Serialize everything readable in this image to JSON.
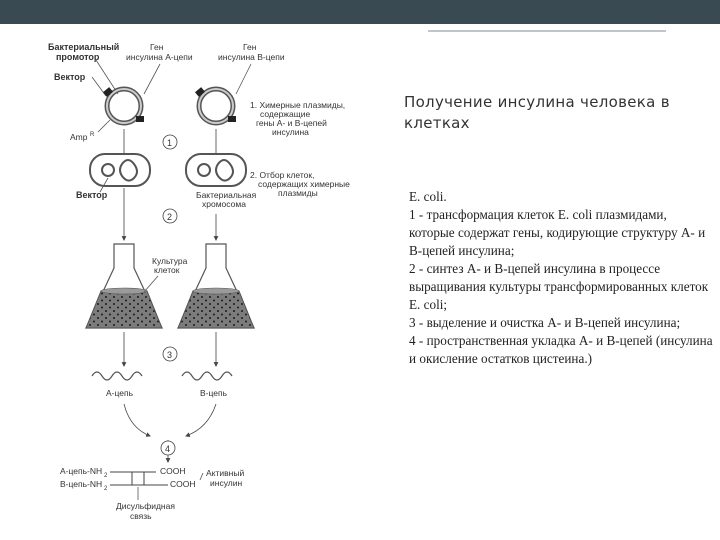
{
  "title": "Получение инсулина человека в клетках",
  "body_lines": [
    "E. coli.",
    "1 - трансформация клеток E. coli плазмидами, которые содержат гены, кодирующие структуру A- и B-цепей инсулина;",
    "2 - синтез A- и B-цепей инсулина в процессе выращивания культуры трансформированных клеток E. coli;",
    "3 - выделение и очистка A- и B-цепей инсулина;",
    "4 - пространственная укладка A- и B-цепей (инсулина и окисление остатков цистеина.)"
  ],
  "diagram": {
    "promoter_1": "Бактериальный",
    "promoter_2": "промотор",
    "gene_a_1": "Ген",
    "gene_a_2": "инсулина А-цепи",
    "gene_b_1": "Ген",
    "gene_b_2": "инсулина В-цепи",
    "vector": "Вектор",
    "amp": "Amp",
    "amp_sup": "R",
    "step1_1": "1. Химерные плазмиды,",
    "step1_2": "содержащие",
    "step1_3": "гены А- и В-цепей",
    "step1_4": "инсулина",
    "step2_1": "2. Отбор клеток,",
    "step2_2": "содержащих химерные",
    "step2_3": "плазмиды",
    "vector_2": "Вектор",
    "chromosome_1": "Бактериальная",
    "chromosome_2": "хромосома",
    "culture_1": "Культура",
    "culture_2": "клеток",
    "num_1": "1",
    "num_2": "2",
    "num_3": "3",
    "num_4": "4",
    "chain_a": "А-цепь",
    "chain_b": "В-цепь",
    "final_a": "А-цепь-NH",
    "final_b": "В-цепь-NH",
    "sub_2": "2",
    "cooh_1": "COOH",
    "cooh_2": "COOH",
    "active_1": "Активный",
    "active_2": "инсулин",
    "disulfide_1": "Дисульфидная",
    "disulfide_2": "связь"
  },
  "colors": {
    "header_bar": "#3a4a52",
    "accent_stripe": "#bfc6ca"
  }
}
